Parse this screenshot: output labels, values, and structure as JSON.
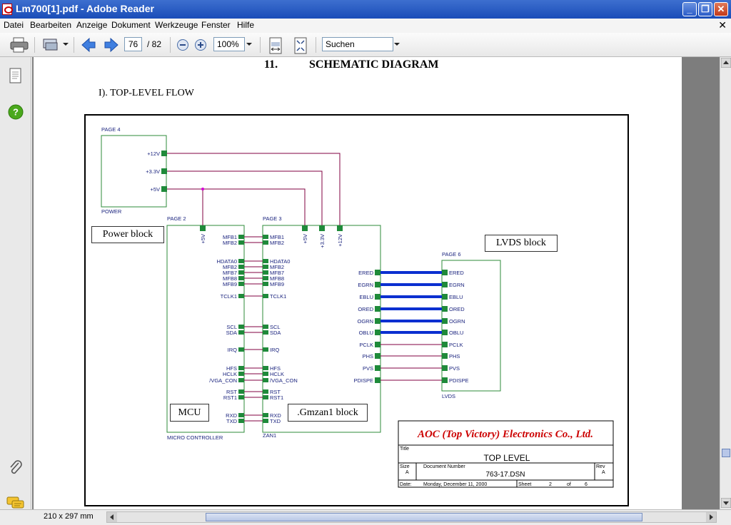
{
  "window": {
    "title": "Lm700[1].pdf - Adobe Reader"
  },
  "menu": {
    "items": [
      "Datei",
      "Bearbeiten",
      "Anzeige",
      "Dokument",
      "Werkzeuge",
      "Fenster",
      "Hilfe"
    ]
  },
  "toolbar": {
    "page_current": "76",
    "page_total": "/ 82",
    "zoom": "100%",
    "search_placeholder": "Suchen"
  },
  "status": {
    "page_size": "210 x 297 mm"
  },
  "document": {
    "heading_number": "11.",
    "heading_text": "SCHEMATIC DIAGRAM",
    "section": "I). TOP-LEVEL FLOW",
    "blocks": {
      "power": "Power block",
      "lvds": "LVDS block",
      "mcu": "MCU",
      "gmzan": ".Gmzan1 block"
    },
    "page_labels": {
      "p4": "PAGE 4",
      "p2": "PAGE 2",
      "p3": "PAGE 3",
      "p6": "PAGE 6"
    },
    "block_names": {
      "power": "POWER",
      "mcu": "MICRO CONTROLLER",
      "zan": "ZAN1",
      "lvds": "LVDS"
    },
    "power_pins": [
      "+12V",
      "+3.3V",
      "+5V"
    ],
    "mcu_top_pin": "+5V",
    "zan_top_pins": [
      "+5V",
      "+3.3V",
      "+12V"
    ],
    "left_pins": [
      "MFB1",
      "MFB2",
      "HDATA0",
      "MFB2",
      "MFB7",
      "MFB8",
      "MFB9",
      "TCLK1",
      "SCL",
      "SDA",
      "IRQ",
      "HFS",
      "HCLK",
      "/VGA_CON",
      "RST",
      "RST1",
      "RXD",
      "TXD"
    ],
    "right_pins": [
      "ERED",
      "EGRN",
      "EBLU",
      "ORED",
      "OGRN",
      "OBLU",
      "PCLK",
      "PHS",
      "PVS",
      "PDISPE"
    ],
    "titleblock": {
      "company": "AOC (Top Victory) Electronics Co., Ltd.",
      "title_label": "Title",
      "title": "TOP LEVEL",
      "size_label": "Size",
      "size": "A",
      "docnum_label": "Document Number",
      "docnum": "763-17.DSN",
      "rev_label": "Rev",
      "rev": "A",
      "date_label": "Date:",
      "date": "Monday, December 11, 2000",
      "sheet_label": "Sheet",
      "sheet": "2",
      "of_label": "of",
      "sheet_total": "6"
    }
  },
  "colors": {
    "accent": "#0b2fd0",
    "wire": "#800040",
    "pin": "#1f8a3a",
    "company": "#cc0000"
  }
}
